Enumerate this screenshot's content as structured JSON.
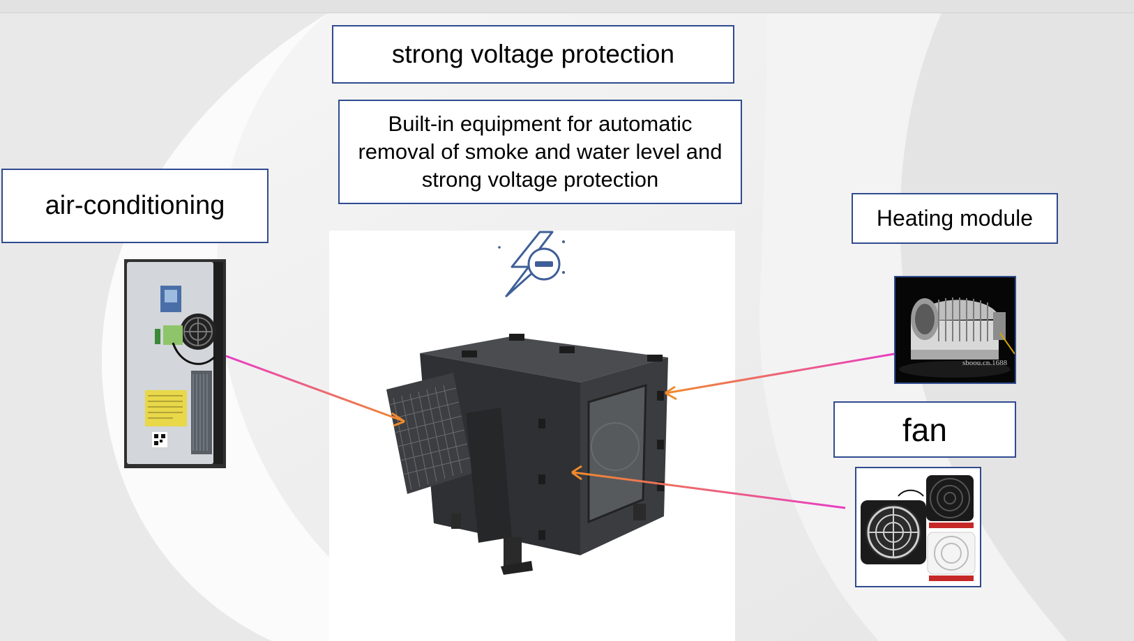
{
  "labels": {
    "strong_voltage": "strong voltage protection",
    "built_in": "Built-in equipment for automatic removal of smoke and water level and strong voltage protection",
    "air_conditioning": "air-conditioning",
    "heating_module": "Heating module",
    "fan": "fan"
  },
  "images": {
    "heater_watermark": "sboou.cn.1688"
  },
  "icons": {
    "product_icon": "lightning-voltage-icon"
  },
  "colors": {
    "box_border": "#2f4a8f",
    "arrow_start": "#e83cc4",
    "arrow_end": "#f08a2c",
    "enclosure": "#3a3c3f"
  }
}
